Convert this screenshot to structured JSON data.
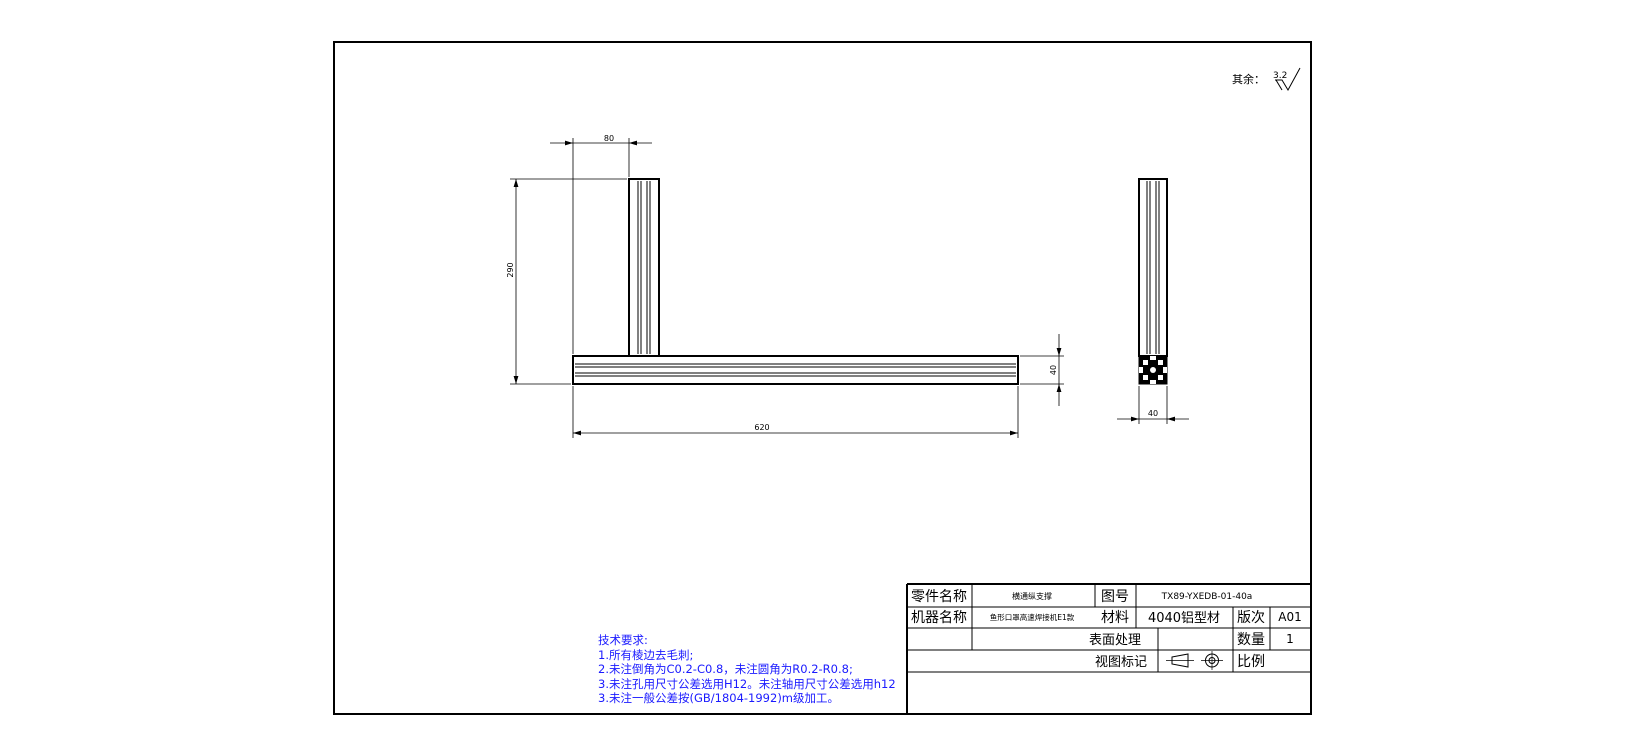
{
  "surface_note": {
    "label": "其余：",
    "value": "3.2"
  },
  "dimensions": {
    "top_width": "80",
    "height": "290",
    "profile_height": "40",
    "length": "620",
    "side_width": "40"
  },
  "title_block": {
    "part_name_label": "零件名称",
    "part_name_value": "横通纵支撑",
    "drawing_no_label": "图号",
    "drawing_no_value": "TX89-YXEDB-01-40a",
    "machine_name_label": "机器名称",
    "machine_name_value": "鱼形口罩高速焊接机E1款",
    "material_label": "材料",
    "material_value": "4040铝型材",
    "version_label": "版次",
    "version_value": "A01",
    "surface_label": "表面处理",
    "quantity_label": "数量",
    "quantity_value": "1",
    "view_mark_label": "视图标记",
    "scale_label": "比例"
  },
  "tech_requirements": {
    "title": "技术要求:",
    "items": [
      "1.所有棱边去毛刺;",
      "2.未注倒角为C0.2-C0.8，未注圆角为R0.2-R0.8;",
      "3.未注孔用尺寸公差选用H12。未注轴用尺寸公差选用h12",
      "3.未注一般公差按(GB/1804-1992)m级加工。"
    ]
  },
  "colors": {
    "line": "#000000",
    "note_text": "#1a1aff",
    "background": "#ffffff"
  }
}
